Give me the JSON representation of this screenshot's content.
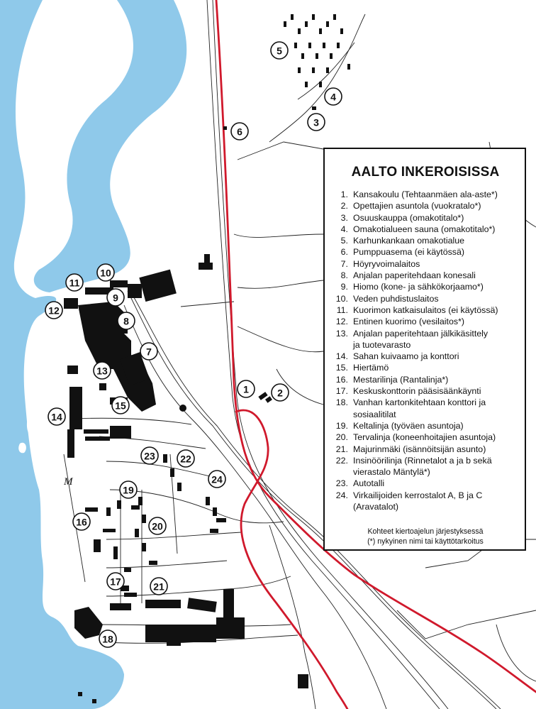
{
  "legend": {
    "title": "AALTO INKEROISISSA",
    "items": [
      {
        "num": "1.",
        "text": "Kansakoulu (Tehtaanmäen ala-aste*)"
      },
      {
        "num": "2.",
        "text": "Opettajien asuntola (vuokratalo*)"
      },
      {
        "num": "3.",
        "text": "Osuuskauppa (omakotitalo*)"
      },
      {
        "num": "4.",
        "text": "Omakotialueen sauna (omakotitalo*)"
      },
      {
        "num": "5.",
        "text": "Karhunkankaan omakotialue"
      },
      {
        "num": "6.",
        "text": "Pumppuasema (ei käytössä)"
      },
      {
        "num": "7.",
        "text": "Höyryvoimalaitos"
      },
      {
        "num": "8.",
        "text": "Anjalan paperitehdaan konesali"
      },
      {
        "num": "9.",
        "text": "Hiomo (kone- ja sähkökorjaamo*)"
      },
      {
        "num": "10.",
        "text": "Veden puhdistuslaitos"
      },
      {
        "num": "11.",
        "text": "Kuorimon katkaisulaitos (ei käytössä)"
      },
      {
        "num": "12.",
        "text": "Entinen kuorimo (vesilaitos*)"
      },
      {
        "num": "13.",
        "text": "Anjalan paperitehtaan jälkikäsittely\nja tuotevarasto"
      },
      {
        "num": "14.",
        "text": "Sahan kuivaamo ja konttori"
      },
      {
        "num": "15.",
        "text": "Hiertämö"
      },
      {
        "num": "16.",
        "text": "Mestarilinja (Rantalinja*)"
      },
      {
        "num": "17.",
        "text": "Keskuskonttorin pääsisäänkäynti"
      },
      {
        "num": "18.",
        "text": "Vanhan kartonkitehtaan konttori ja\nsosiaalitilat"
      },
      {
        "num": "19.",
        "text": "Keltalinja (työväen asuntoja)"
      },
      {
        "num": "20.",
        "text": "Tervalinja (koneenhoitajien asuntoja)"
      },
      {
        "num": "21.",
        "text": "Majurinmäki (isännöitsijän asunto)"
      },
      {
        "num": "22.",
        "text": "Insinöörilinja (Rinnetalot a ja b sekä\nvierastalo Mäntylä*)"
      },
      {
        "num": "23.",
        "text": "Autotalli"
      },
      {
        "num": "24.",
        "text": "Virkailijoiden kerrostalot A, B ja C\n(Aravatalot)"
      }
    ],
    "note": "Kohteet kiertoajelun järjestyksessä\n(*) nykyinen nimi tai käyttötarkoitus"
  },
  "map": {
    "markers": [
      "1",
      "2",
      "3",
      "4",
      "5",
      "6",
      "7",
      "8",
      "9",
      "10",
      "11",
      "12",
      "13",
      "14",
      "15",
      "16",
      "17",
      "18",
      "19",
      "20",
      "21",
      "22",
      "23",
      "24"
    ],
    "letter_m": "M",
    "colors": {
      "water": "#8fc9ea",
      "road_main": "#d0192c",
      "building": "#111111",
      "line": "#222222",
      "background": "#ffffff"
    }
  }
}
